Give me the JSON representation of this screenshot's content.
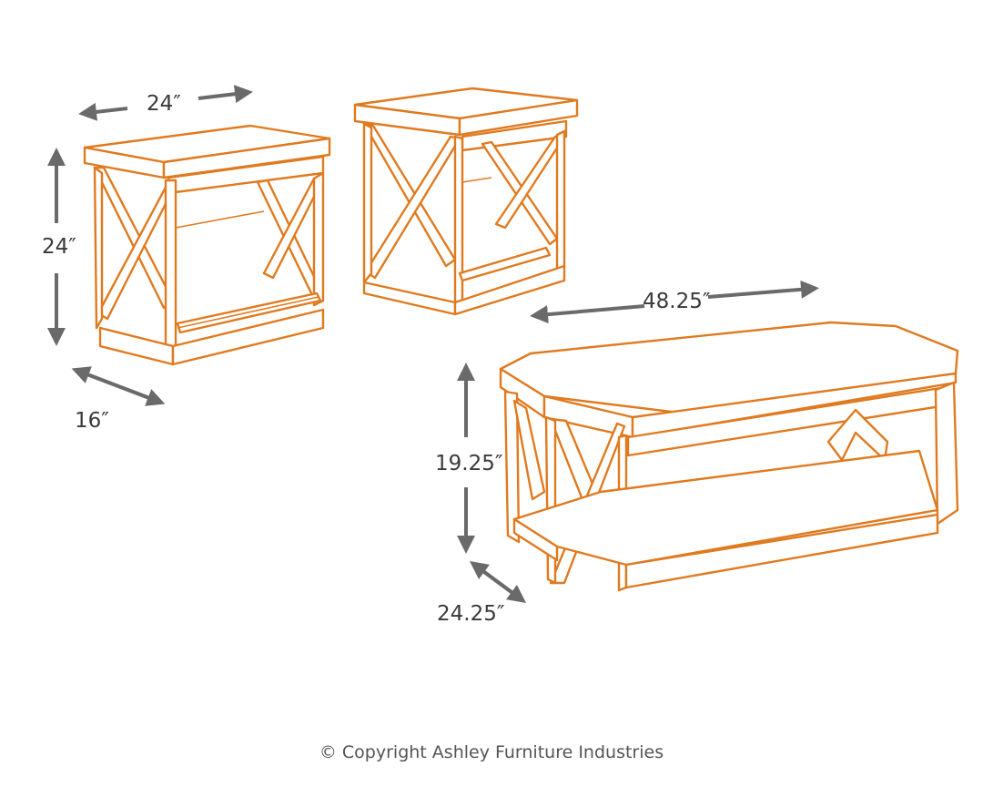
{
  "diagram": {
    "type": "furniture dimension drawing",
    "colors": {
      "line": "#e07a1f",
      "arrow": "#6a6a6a",
      "text": "#3a3a3a",
      "background": "#ffffff"
    },
    "items": [
      {
        "name": "end-table",
        "dimensions": {
          "width": "24″",
          "height": "24″",
          "depth": "16″"
        }
      },
      {
        "name": "end-table-2",
        "dimensions": {}
      },
      {
        "name": "cocktail-table",
        "dimensions": {
          "width": "48.25″",
          "height": "19.25″",
          "depth": "24.25″"
        }
      }
    ],
    "copyright": "© Copyright Ashley Furniture Industries"
  }
}
